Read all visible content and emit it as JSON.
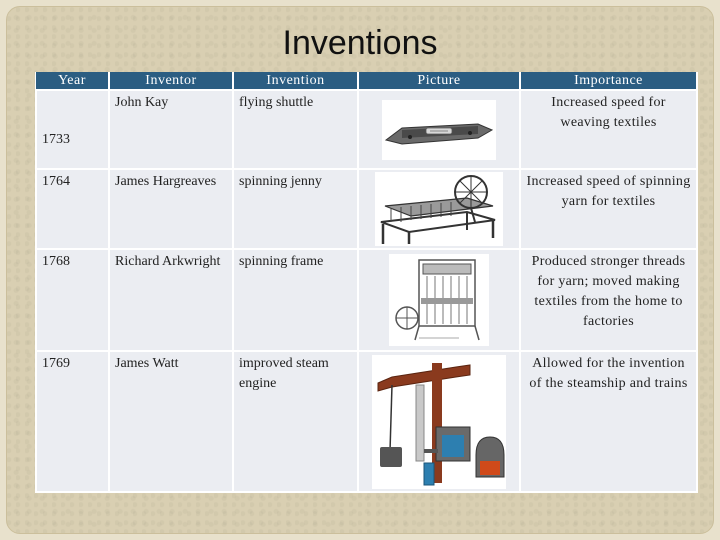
{
  "title": "Inventions",
  "headers": {
    "year": "Year",
    "inventor": "Inventor",
    "invention": "Invention",
    "picture": "Picture",
    "importance": "Importance"
  },
  "rows": [
    {
      "year": "1733",
      "inventor": "John Kay",
      "invention": "flying shuttle",
      "picture_icon": "flying-shuttle-icon",
      "importance": "Increased speed for weaving textiles"
    },
    {
      "year": "1764",
      "inventor": "James Hargreaves",
      "invention": "spinning jenny",
      "picture_icon": "spinning-jenny-icon",
      "importance": "Increased speed of spinning yarn for textiles"
    },
    {
      "year": "1768",
      "inventor": "Richard Arkwright",
      "invention": "spinning frame",
      "picture_icon": "spinning-frame-icon",
      "importance": "Produced stronger threads for yarn; moved making textiles from the home to factories"
    },
    {
      "year": "1769",
      "inventor": "James Watt",
      "invention": "improved steam engine",
      "picture_icon": "steam-engine-icon",
      "importance": "Allowed for the invention of the steamship and trains"
    }
  ],
  "colors": {
    "header_bg": "#2b5d82",
    "cell_bg": "#ebedf2",
    "frame_bg": "#d9cfb2"
  }
}
